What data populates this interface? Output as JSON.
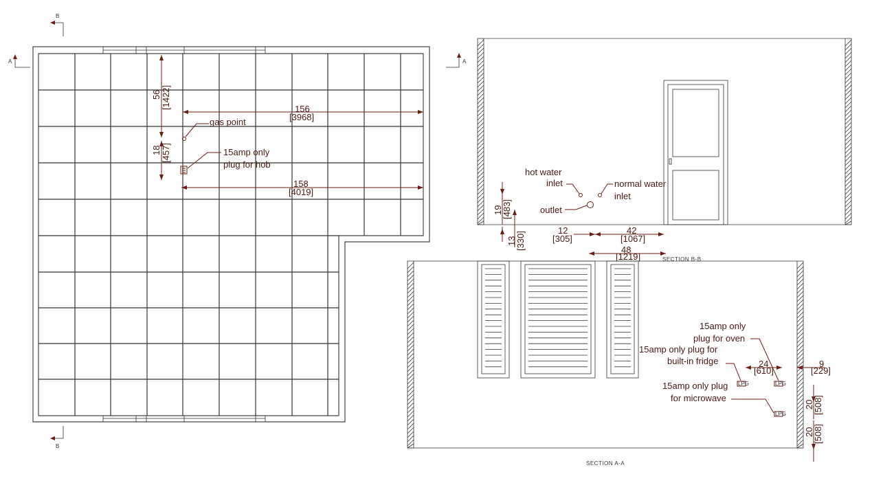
{
  "colors": {
    "line": "#333333",
    "annotation": "#6b1d12",
    "text": "#4a1a12",
    "background": "#ffffff"
  },
  "plan": {
    "section_marks": {
      "top": "B",
      "bottom": "B",
      "left": "A"
    },
    "labels": {
      "gas_point": "gas point",
      "hob_plug_line1": "15amp only",
      "hob_plug_line2": "plug for hob"
    },
    "dims": {
      "d56": "56",
      "d1422": "[1422]",
      "d18": "18",
      "d457": "[457]",
      "d156": "156",
      "d3968": "[3968]",
      "d158": "158",
      "d4019": "[4019]"
    }
  },
  "section_b": {
    "marker": "A",
    "title": "SECTION  B-B",
    "labels": {
      "hot_water_1": "hot water",
      "hot_water_2": "inlet",
      "normal_water_1": "normal water",
      "normal_water_2": "inlet",
      "outlet": "outlet"
    },
    "dims": {
      "d19": "19",
      "d483": "[483]",
      "d13": "13",
      "d330": "[330]",
      "d12": "12",
      "d305": "[305]",
      "d42": "42",
      "d1067": "[1067]",
      "d48": "48",
      "d1219": "[1219]"
    }
  },
  "section_a": {
    "title": "SECTION  A-A",
    "labels": {
      "oven_1": "15amp only",
      "oven_2": "plug for oven",
      "fridge_1": "15amp only plug for",
      "fridge_2": "built-in fridge",
      "micro_1": "15amp only plug",
      "micro_2": "for microwave",
      "socket": "LPG"
    },
    "dims": {
      "d24": "24",
      "d610": "[610]",
      "d9": "9",
      "d229": "[229]",
      "d20a": "20",
      "d508a": "[508]",
      "d20b": "20",
      "d508b": "[508]"
    }
  }
}
